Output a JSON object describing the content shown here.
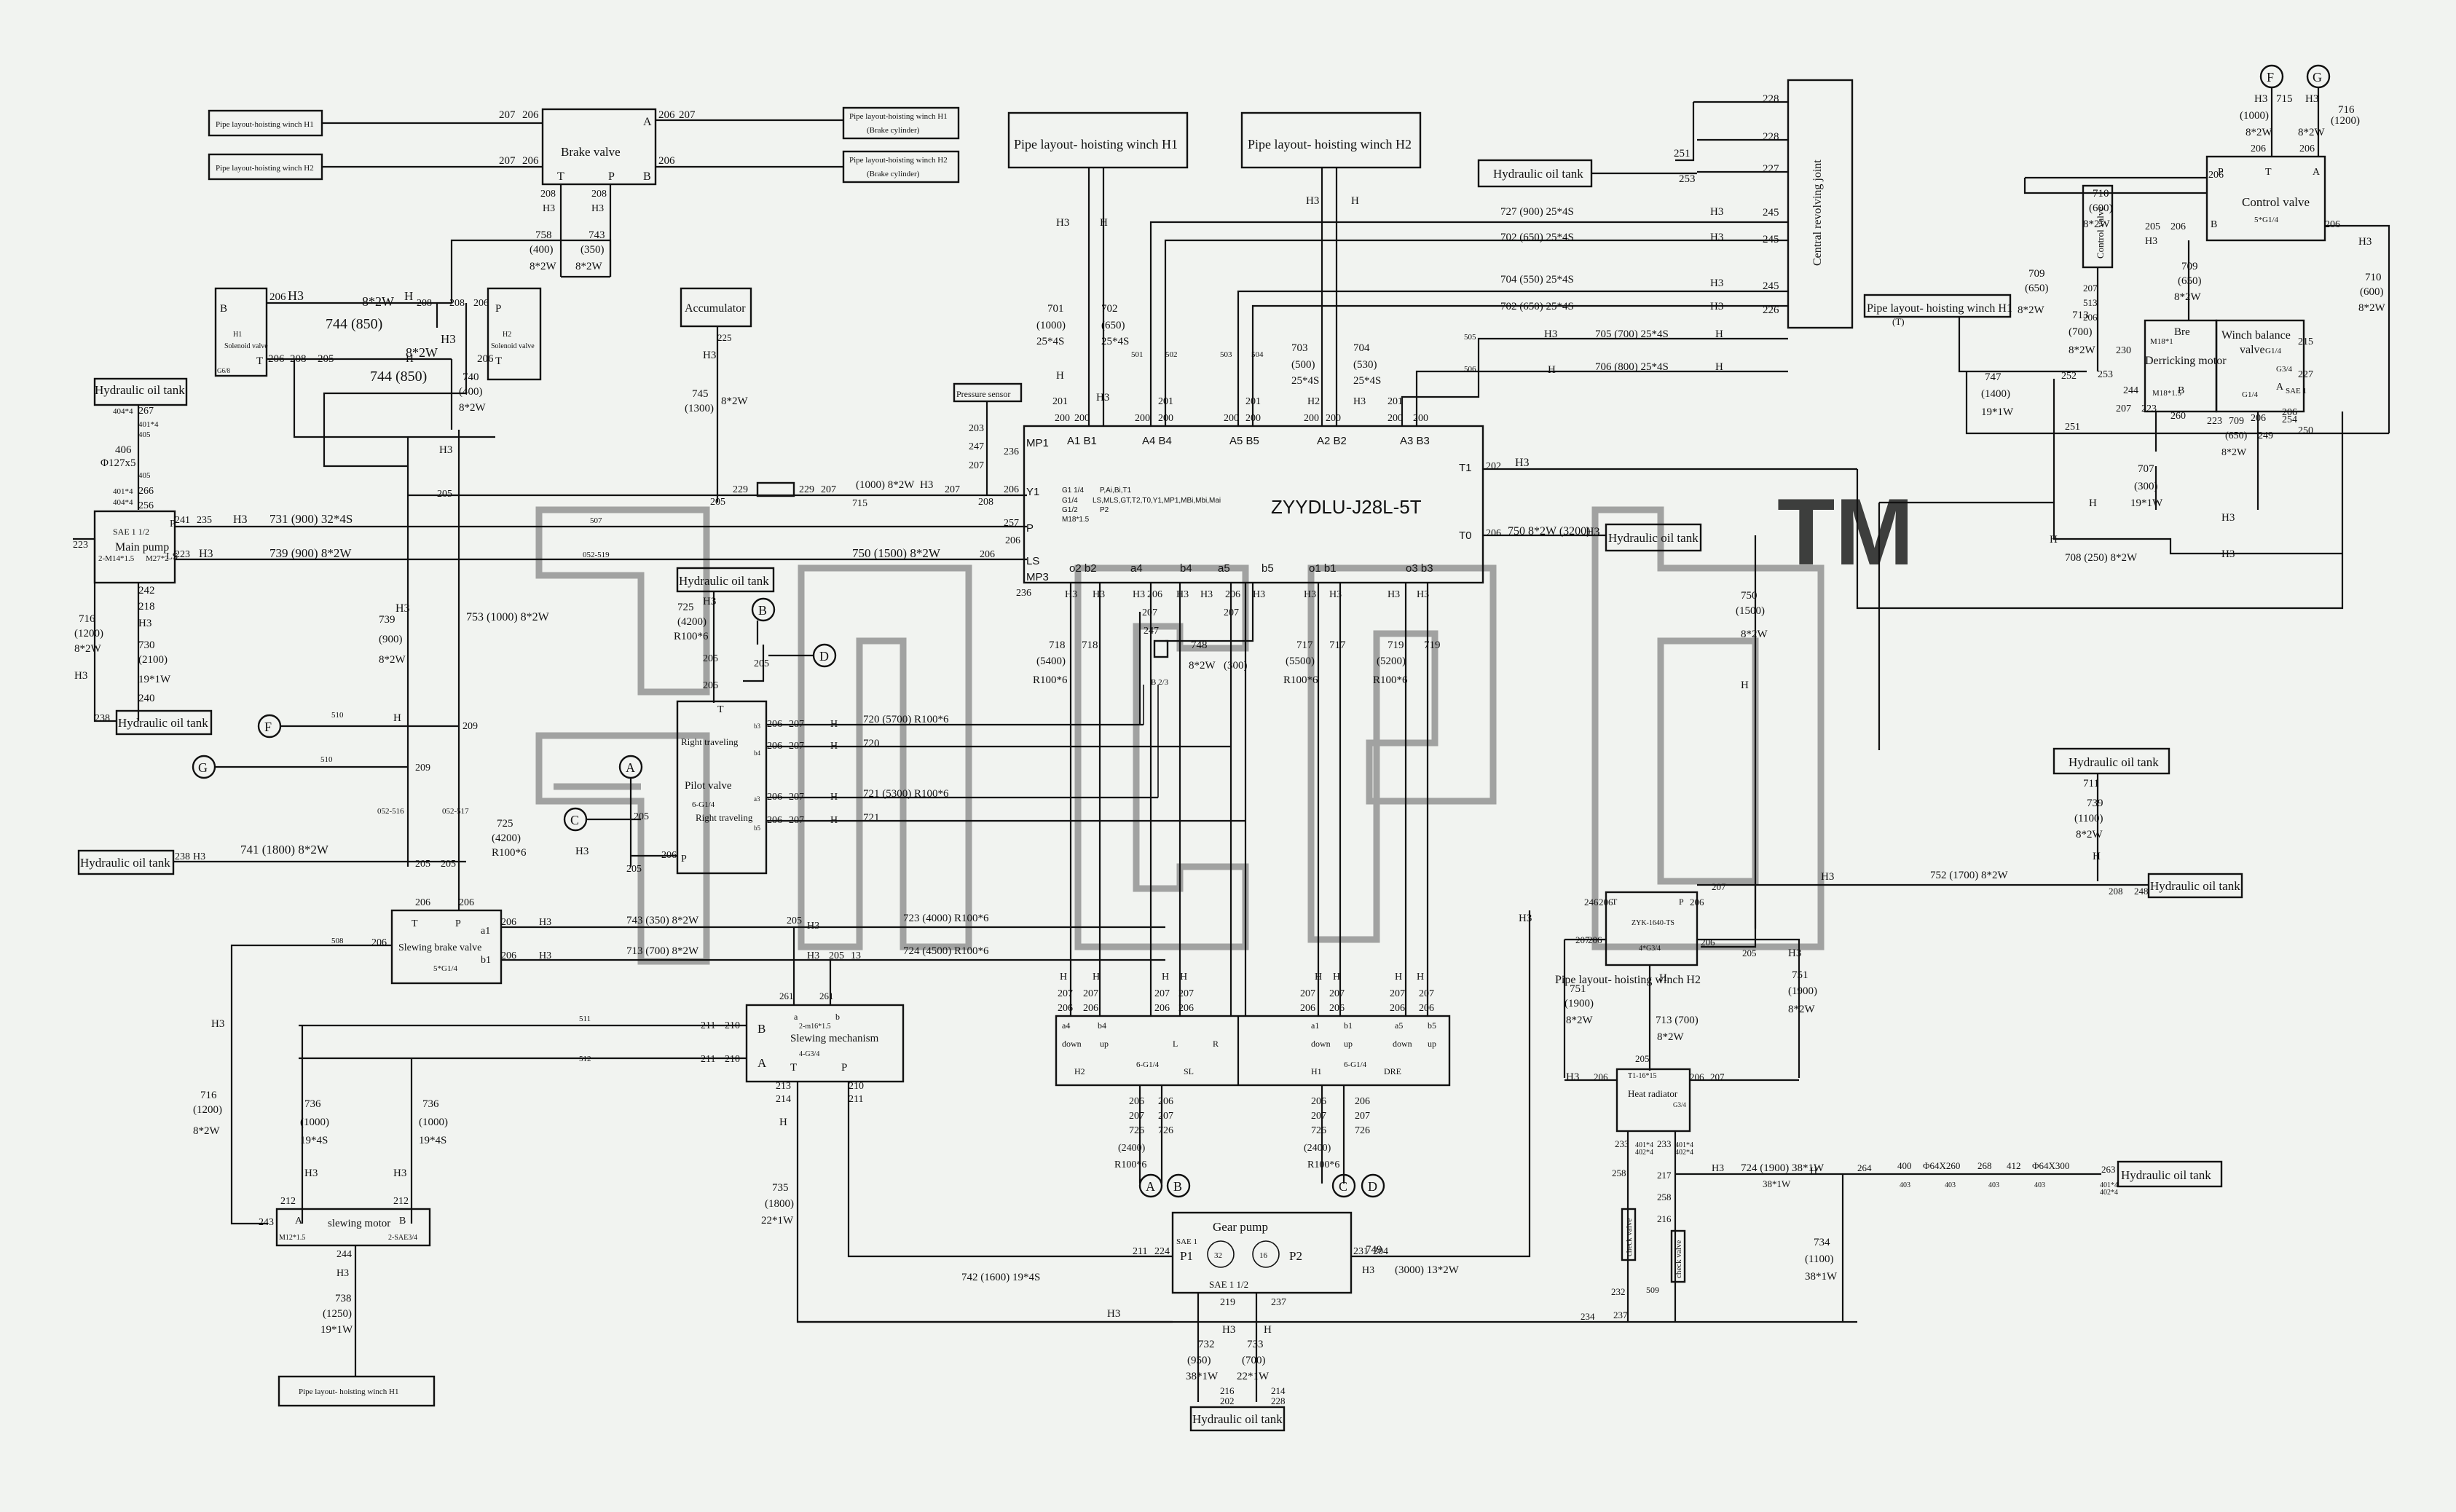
{
  "components": {
    "brake_valve": "Brake valve",
    "winch_h1_top": "Pipe layout- hoisting winch H1",
    "winch_h2_top": "Pipe layout- hoisting winch H2",
    "hydraulic_oil_tank": "Hydraulic oil tank",
    "central_joint": "Central revolving joint",
    "control_valve": "Control valve",
    "winch_h1_right": "Pipe layout- hoisting winch H1",
    "winch_balance": "Winch balance valve",
    "derricking_motor": "Derricking motor",
    "accumulator": "Accumulator",
    "pressure_sensor": "Pressure sensor",
    "main_valve": "ZYYDLU-J28L-5T",
    "main_pump": "Main pump",
    "h1_solenoid": "H1 solenoid valve",
    "h2_solenoid": "H2 solenoid valve",
    "pilot_valve": "Pilot valve",
    "right_traveling": "Right traveling",
    "slewing_brake": "Slewing brake valve",
    "slewing_mechanism": "Slewing mechanism",
    "slewing_motor": "slewing motor",
    "gear_pump": "Gear pump",
    "heat_radiator": "Heat radiator",
    "winch_h2_lower": "Pipe layout- hoisting winch H2",
    "check_valve": "check valve",
    "winch_h1_bottom": "Pipe layout- hoisting winch H1",
    "brake_cyl_h1": "Pipe layout- hoisting winch H1 (Brake cylinder)",
    "brake_cyl_h2": "Pipe layout- hoisting winch H2 (Brake cylinder)",
    "watermark": "TM"
  },
  "pipes": {
    "p731": "731 (900) 32*4S",
    "p739": "739 (900) 8*2W",
    "p750": "750 (1500) 8*2W",
    "p753": "753 (1000) 8*2W",
    "p741": "741 (1800) 8*2W",
    "p743": "743 (350) 8*2W",
    "p713": "713 (700) 8*2W",
    "p723": "723 (4000) R100*6",
    "p724": "724 (4500) R100*6",
    "p727": "727 (900) 25*4S",
    "p702a": "702 (650) 25*4S",
    "p704": "704 (550) 25*4S",
    "p702b": "702 (650) 25*4S",
    "p705": "705 (700) 25*4S",
    "p706": "706 (800) 25*4S",
    "p720a": "720 (5700) R100*6",
    "p721a": "721 (5300) R100*6",
    "p742": "742 (1600) 19*4S",
    "p749": "749 (3000) 13*2W",
    "p752": "752 (1700) 8*2W",
    "p724b": "724 (1900) 38*1W",
    "p744a": "744 (850)",
    "p744b": "744 (850)",
    "p708": "708 (250) 8*2W",
    "p750b": "750 8*2W (3200)"
  },
  "circles": [
    "F",
    "G",
    "B",
    "D",
    "A",
    "C",
    "A",
    "B",
    "C",
    "D",
    "F",
    "G"
  ]
}
